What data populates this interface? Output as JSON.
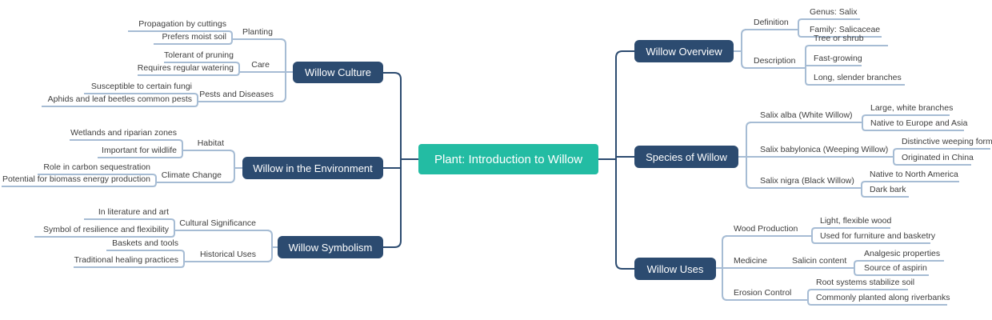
{
  "central": {
    "title": "Plant: Introduction to Willow"
  },
  "colors": {
    "central_bg": "#23bca3",
    "topic_bg": "#2c4b70",
    "trunk_connector": "#2c4b70",
    "branch_connector": "#a6bcd4",
    "text": "#3d3d3d",
    "background": "#ffffff"
  },
  "left": [
    {
      "label": "Willow Culture",
      "children": [
        {
          "label": "Planting",
          "leaves": [
            "Propagation by cuttings",
            "Prefers moist soil"
          ]
        },
        {
          "label": "Care",
          "leaves": [
            "Tolerant of pruning",
            "Requires regular watering"
          ]
        },
        {
          "label": "Pests and Diseases",
          "leaves": [
            "Susceptible to certain fungi",
            "Aphids and leaf beetles common pests"
          ]
        }
      ]
    },
    {
      "label": "Willow in the Environment",
      "children": [
        {
          "label": "Habitat",
          "leaves": [
            "Wetlands and riparian zones",
            "Important for wildlife"
          ]
        },
        {
          "label": "Climate Change",
          "leaves": [
            "Role in carbon sequestration",
            "Potential for biomass energy production"
          ]
        }
      ]
    },
    {
      "label": "Willow Symbolism",
      "children": [
        {
          "label": "Cultural Significance",
          "leaves": [
            "In literature and art",
            "Symbol of resilience and flexibility"
          ]
        },
        {
          "label": "Historical Uses",
          "leaves": [
            "Baskets and tools",
            "Traditional healing practices"
          ]
        }
      ]
    }
  ],
  "right": [
    {
      "label": "Willow Overview",
      "children": [
        {
          "label": "Definition",
          "leaves": [
            "Genus: Salix",
            "Family: Salicaceae"
          ]
        },
        {
          "label": "Description",
          "leaves": [
            "Tree or shrub",
            "Fast-growing",
            "Long, slender branches"
          ]
        }
      ]
    },
    {
      "label": "Species of Willow",
      "children": [
        {
          "label": "Salix alba (White Willow)",
          "leaves": [
            "Large, white branches",
            "Native to Europe and Asia"
          ]
        },
        {
          "label": "Salix babylonica (Weeping Willow)",
          "leaves": [
            "Distinctive weeping form",
            "Originated in China"
          ]
        },
        {
          "label": "Salix nigra (Black Willow)",
          "leaves": [
            "Native to North America",
            "Dark bark"
          ]
        }
      ]
    },
    {
      "label": "Willow Uses",
      "children": [
        {
          "label": "Wood Production",
          "leaves": [
            "Light, flexible wood",
            "Used for furniture and basketry"
          ]
        },
        {
          "label": "Medicine",
          "children": [
            {
              "label": "Salicin content",
              "leaves": [
                "Analgesic properties",
                "Source of aspirin"
              ]
            }
          ]
        },
        {
          "label": "Erosion Control",
          "leaves": [
            "Root systems stabilize soil",
            "Commonly planted along riverbanks"
          ]
        }
      ]
    }
  ]
}
